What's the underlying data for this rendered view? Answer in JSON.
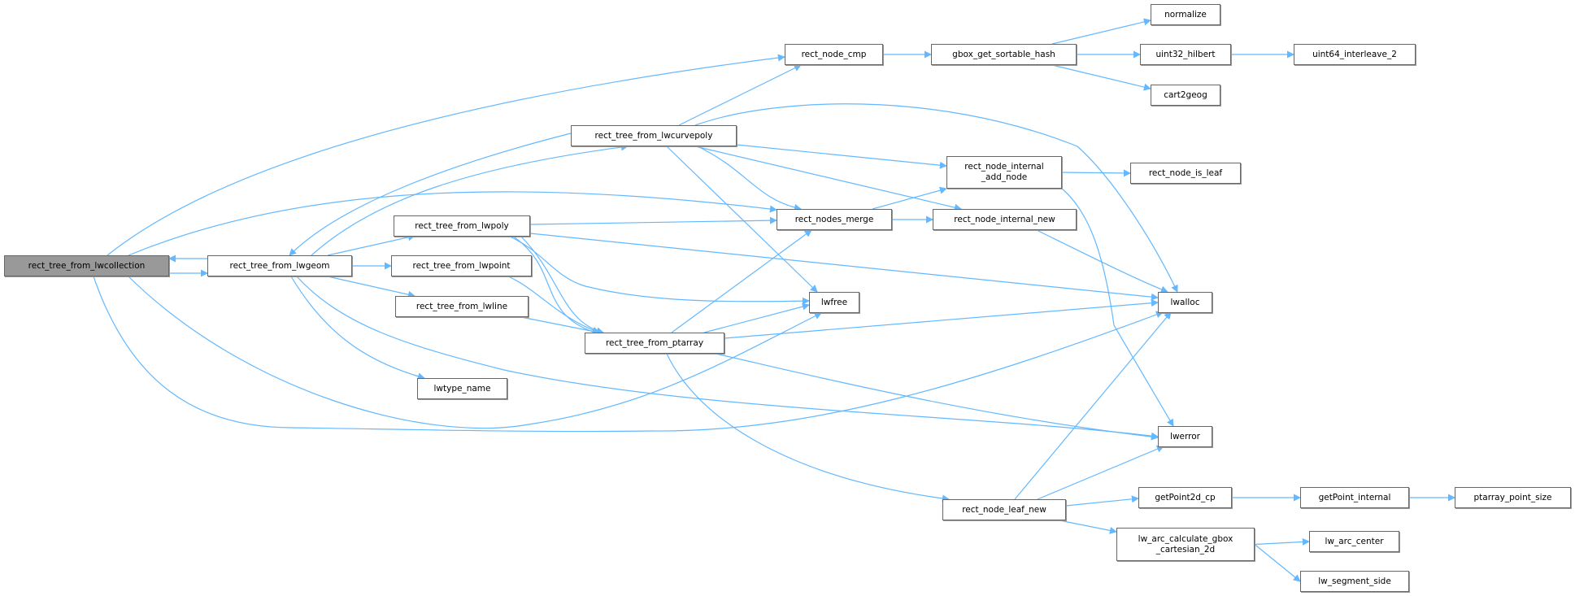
{
  "nodes": {
    "rect_tree_from_lwcollection": "rect_tree_from_lwcollection",
    "rect_tree_from_lwgeom": "rect_tree_from_lwgeom",
    "rect_tree_from_lwcurvepoly": "rect_tree_from_lwcurvepoly",
    "rect_tree_from_lwpoly": "rect_tree_from_lwpoly",
    "rect_tree_from_lwpoint": "rect_tree_from_lwpoint",
    "rect_tree_from_lwline": "rect_tree_from_lwline",
    "lwtype_name": "lwtype_name",
    "rect_tree_from_ptarray": "rect_tree_from_ptarray",
    "rect_node_cmp": "rect_node_cmp",
    "gbox_get_sortable_hash": "gbox_get_sortable_hash",
    "normalize": "normalize",
    "uint32_hilbert": "uint32_hilbert",
    "uint64_interleave_2": "uint64_interleave_2",
    "cart2geog": "cart2geog",
    "rect_node_internal_add_node": "rect_node_internal\n_add_node",
    "rect_node_is_leaf": "rect_node_is_leaf",
    "rect_nodes_merge": "rect_nodes_merge",
    "rect_node_internal_new": "rect_node_internal_new",
    "lwfree": "lwfree",
    "lwalloc": "lwalloc",
    "lwerror": "lwerror",
    "rect_node_leaf_new": "rect_node_leaf_new",
    "getPoint2d_cp": "getPoint2d_cp",
    "getPoint_internal": "getPoint_internal",
    "ptarray_point_size": "ptarray_point_size",
    "lw_arc_calculate_gbox_cartesian_2d": "lw_arc_calculate_gbox\n_cartesian_2d",
    "lw_arc_center": "lw_arc_center",
    "lw_segment_side": "lw_segment_side"
  },
  "root": "rect_tree_from_lwcollection",
  "edges": [
    [
      "rect_tree_from_lwcollection",
      "rect_node_cmp"
    ],
    [
      "rect_tree_from_lwcollection",
      "rect_tree_from_lwgeom"
    ],
    [
      "rect_tree_from_lwgeom",
      "rect_tree_from_lwcollection"
    ],
    [
      "rect_tree_from_lwcollection",
      "rect_nodes_merge"
    ],
    [
      "rect_tree_from_lwcollection",
      "lwfree"
    ],
    [
      "rect_tree_from_lwcollection",
      "lwalloc"
    ],
    [
      "rect_tree_from_lwgeom",
      "rect_tree_from_lwcurvepoly"
    ],
    [
      "rect_tree_from_lwcurvepoly",
      "rect_tree_from_lwgeom"
    ],
    [
      "rect_tree_from_lwgeom",
      "rect_tree_from_lwpoly"
    ],
    [
      "rect_tree_from_lwgeom",
      "rect_tree_from_lwpoint"
    ],
    [
      "rect_tree_from_lwgeom",
      "rect_tree_from_lwline"
    ],
    [
      "rect_tree_from_lwgeom",
      "lwtype_name"
    ],
    [
      "rect_tree_from_lwgeom",
      "lwerror"
    ],
    [
      "rect_tree_from_lwcurvepoly",
      "rect_node_cmp"
    ],
    [
      "rect_tree_from_lwcurvepoly",
      "lwalloc"
    ],
    [
      "rect_tree_from_lwcurvepoly",
      "rect_node_internal_add_node"
    ],
    [
      "rect_tree_from_lwcurvepoly",
      "rect_node_internal_new"
    ],
    [
      "rect_tree_from_lwcurvepoly",
      "rect_nodes_merge"
    ],
    [
      "rect_tree_from_lwcurvepoly",
      "lwfree"
    ],
    [
      "rect_tree_from_lwpoly",
      "rect_nodes_merge"
    ],
    [
      "rect_tree_from_lwpoly",
      "lwalloc"
    ],
    [
      "rect_tree_from_lwpoly",
      "lwfree"
    ],
    [
      "rect_tree_from_lwpoly",
      "rect_tree_from_ptarray"
    ],
    [
      "rect_tree_from_lwpoint",
      "rect_tree_from_ptarray"
    ],
    [
      "rect_tree_from_lwline",
      "rect_tree_from_ptarray"
    ],
    [
      "rect_tree_from_ptarray",
      "rect_nodes_merge"
    ],
    [
      "rect_tree_from_ptarray",
      "lwfree"
    ],
    [
      "rect_tree_from_ptarray",
      "lwalloc"
    ],
    [
      "rect_tree_from_ptarray",
      "lwerror"
    ],
    [
      "rect_tree_from_ptarray",
      "rect_node_leaf_new"
    ],
    [
      "rect_node_cmp",
      "gbox_get_sortable_hash"
    ],
    [
      "gbox_get_sortable_hash",
      "normalize"
    ],
    [
      "gbox_get_sortable_hash",
      "uint32_hilbert"
    ],
    [
      "gbox_get_sortable_hash",
      "cart2geog"
    ],
    [
      "uint32_hilbert",
      "uint64_interleave_2"
    ],
    [
      "rect_nodes_merge",
      "rect_node_internal_add_node"
    ],
    [
      "rect_nodes_merge",
      "rect_node_internal_new"
    ],
    [
      "rect_node_internal_add_node",
      "rect_node_is_leaf"
    ],
    [
      "rect_node_internal_add_node",
      "lwerror"
    ],
    [
      "rect_node_internal_new",
      "lwalloc"
    ],
    [
      "rect_node_leaf_new",
      "lwalloc"
    ],
    [
      "rect_node_leaf_new",
      "lwerror"
    ],
    [
      "rect_node_leaf_new",
      "getPoint2d_cp"
    ],
    [
      "rect_node_leaf_new",
      "lw_arc_calculate_gbox_cartesian_2d"
    ],
    [
      "getPoint2d_cp",
      "getPoint_internal"
    ],
    [
      "getPoint_internal",
      "ptarray_point_size"
    ],
    [
      "lw_arc_calculate_gbox_cartesian_2d",
      "lw_arc_center"
    ],
    [
      "lw_arc_calculate_gbox_cartesian_2d",
      "lw_segment_side"
    ]
  ],
  "colors": {
    "edge": "#63b8ff",
    "node_border": "#666666",
    "root_fill": "#999999"
  }
}
